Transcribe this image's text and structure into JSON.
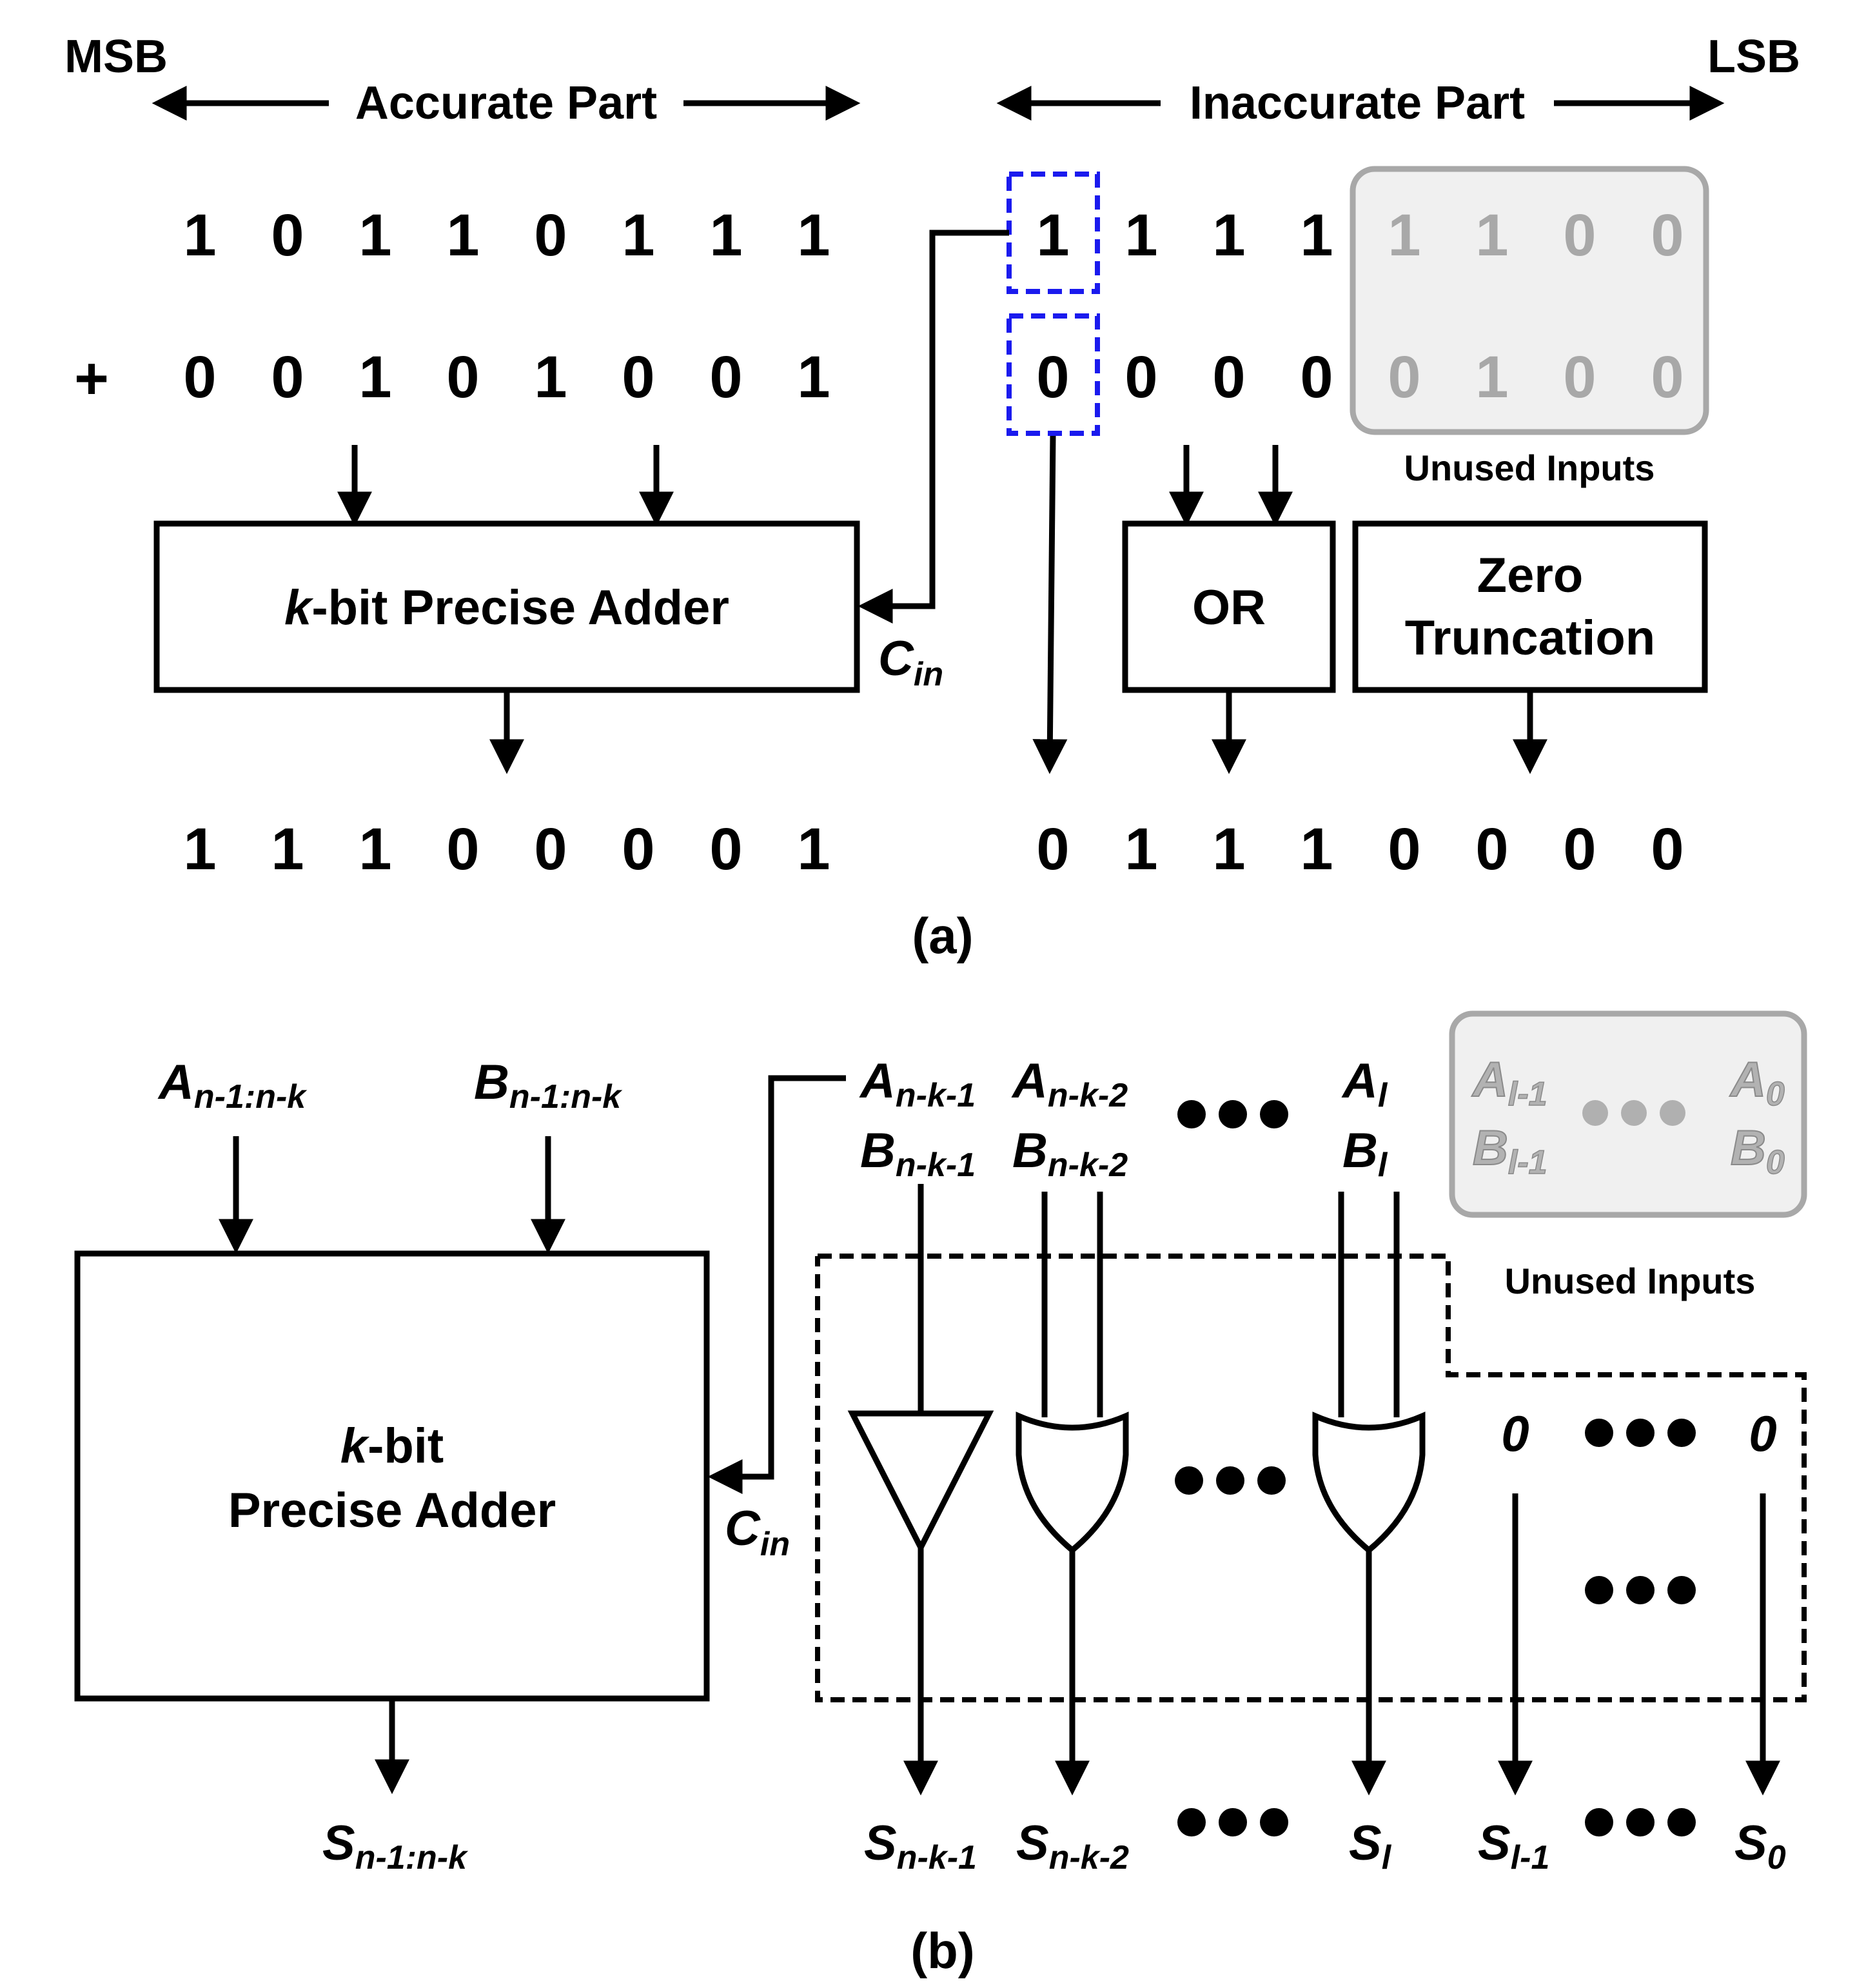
{
  "panel_a": {
    "msb": "MSB",
    "lsb": "LSB",
    "accurate_part": "Accurate Part",
    "inaccurate_part": "Inaccurate Part",
    "row1_accurate": [
      "1",
      "0",
      "1",
      "1",
      "0",
      "1",
      "1",
      "1"
    ],
    "row1_inaccurate": [
      "1",
      "1",
      "1",
      "1"
    ],
    "row1_unused": [
      "1",
      "1",
      "0",
      "0"
    ],
    "plus": "+",
    "row2_accurate": [
      "0",
      "0",
      "1",
      "0",
      "1",
      "0",
      "0",
      "1"
    ],
    "row2_inaccurate": [
      "0",
      "0",
      "0",
      "0"
    ],
    "row2_unused": [
      "0",
      "1",
      "0",
      "0"
    ],
    "unused_inputs": "Unused Inputs",
    "adder_k": "k",
    "adder_rest": "-bit Precise Adder",
    "cin_main": "C",
    "cin_sub": "in",
    "or_label": "OR",
    "zero_line1": "Zero",
    "zero_line2": "Truncation",
    "result_accurate": [
      "1",
      "1",
      "1",
      "0",
      "0",
      "0",
      "0",
      "1"
    ],
    "result_inaccurate": [
      "0",
      "1",
      "1",
      "1",
      "0",
      "0",
      "0",
      "0"
    ],
    "caption": "(a)"
  },
  "panel_b": {
    "a_in_main": "A",
    "a_in_sub": "n-1:n-k",
    "b_in_main": "B",
    "b_in_sub": "n-1:n-k",
    "adder_k": "k",
    "adder_line1_rest": "-bit",
    "adder_line2": "Precise Adder",
    "cin_main": "C",
    "cin_sub": "in",
    "s_out_main": "S",
    "s_out_sub": "n-1:n-k",
    "in1_a_main": "A",
    "in1_a_sub": "n-k-1",
    "in1_b_main": "B",
    "in1_b_sub": "n-k-1",
    "in2_a_main": "A",
    "in2_a_sub": "n-k-2",
    "in2_b_main": "B",
    "in2_b_sub": "n-k-2",
    "inl_a_main": "A",
    "inl_a_sub": "l",
    "inl_b_main": "B",
    "inl_b_sub": "l",
    "unused_a_hi_main": "A",
    "unused_a_hi_sub": "l-1",
    "unused_b_hi_main": "B",
    "unused_b_hi_sub": "l-1",
    "unused_a_lo_main": "A",
    "unused_a_lo_sub": "0",
    "unused_b_lo_main": "B",
    "unused_b_lo_sub": "0",
    "unused_inputs": "Unused Inputs",
    "zero_hi": "0",
    "zero_lo": "0",
    "out1_main": "S",
    "out1_sub": "n-k-1",
    "out2_main": "S",
    "out2_sub": "n-k-2",
    "outl_main": "S",
    "outl_sub": "l",
    "outl1_main": "S",
    "outl1_sub": "l-1",
    "out0_main": "S",
    "out0_sub": "0",
    "caption": "(b)"
  },
  "colors": {
    "highlight_dash": "#1a1aee",
    "unused_box_fill": "#f0f0f0",
    "unused_box_stroke": "#a8a8a8",
    "unused_text": "#a8a8a8",
    "dots_gray": "#b0b0b0"
  }
}
